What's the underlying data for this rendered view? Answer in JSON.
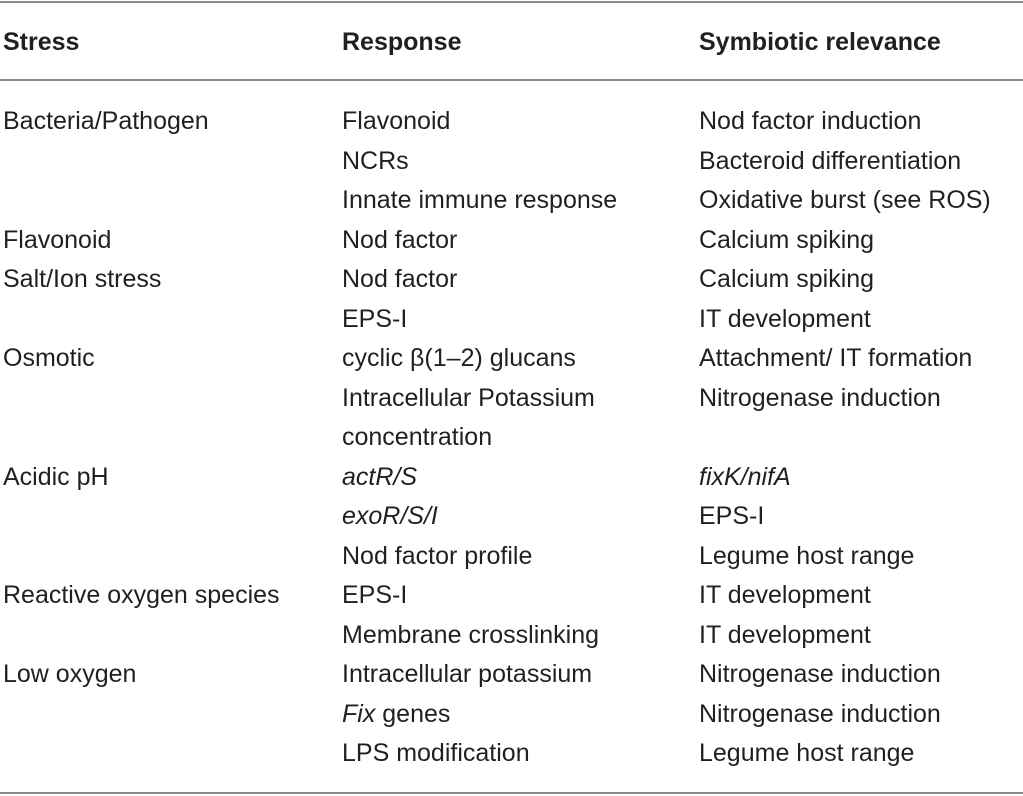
{
  "table": {
    "headers": {
      "stress": "Stress",
      "response": "Response",
      "relevance": "Symbiotic relevance"
    },
    "rows": [
      {
        "stress": "Bacteria/Pathogen",
        "response": "Flavonoid",
        "relevance": "Nod factor induction"
      },
      {
        "stress": "",
        "response": "NCRs",
        "relevance": "Bacteroid differentiation"
      },
      {
        "stress": "",
        "response": "Innate immune response",
        "relevance": "Oxidative burst (see ROS)"
      },
      {
        "stress": "Flavonoid",
        "response": "Nod factor",
        "relevance": "Calcium spiking"
      },
      {
        "stress": "Salt/Ion stress",
        "response": "Nod factor",
        "relevance": "Calcium spiking"
      },
      {
        "stress": "",
        "response": "EPS-I",
        "relevance": "IT development"
      },
      {
        "stress": "Osmotic",
        "response": "cyclic β(1–2) glucans",
        "relevance": "Attachment/ IT formation"
      },
      {
        "stress": "",
        "response": "Intracellular Potassium",
        "relevance": "Nitrogenase induction"
      },
      {
        "stress": "",
        "response": "concentration",
        "relevance": ""
      },
      {
        "stress": "Acidic pH",
        "response": "actR/S",
        "relevance": "fixK/nifA"
      },
      {
        "stress": "",
        "response": "exoR/S/I",
        "relevance": "EPS-I"
      },
      {
        "stress": "",
        "response": "Nod factor profile",
        "relevance": "Legume host range"
      },
      {
        "stress": "Reactive oxygen species",
        "response": "EPS-I",
        "relevance": "IT development"
      },
      {
        "stress": "",
        "response": "Membrane crosslinking",
        "relevance": "IT development"
      },
      {
        "stress": "Low oxygen",
        "response": "Intracellular potassium",
        "relevance": "Nitrogenase induction"
      },
      {
        "stress": "",
        "response": "Fix",
        "response_suffix": " genes",
        "relevance": "Nitrogenase induction"
      },
      {
        "stress": "",
        "response": "LPS modification",
        "relevance": "Legume host range"
      }
    ]
  }
}
